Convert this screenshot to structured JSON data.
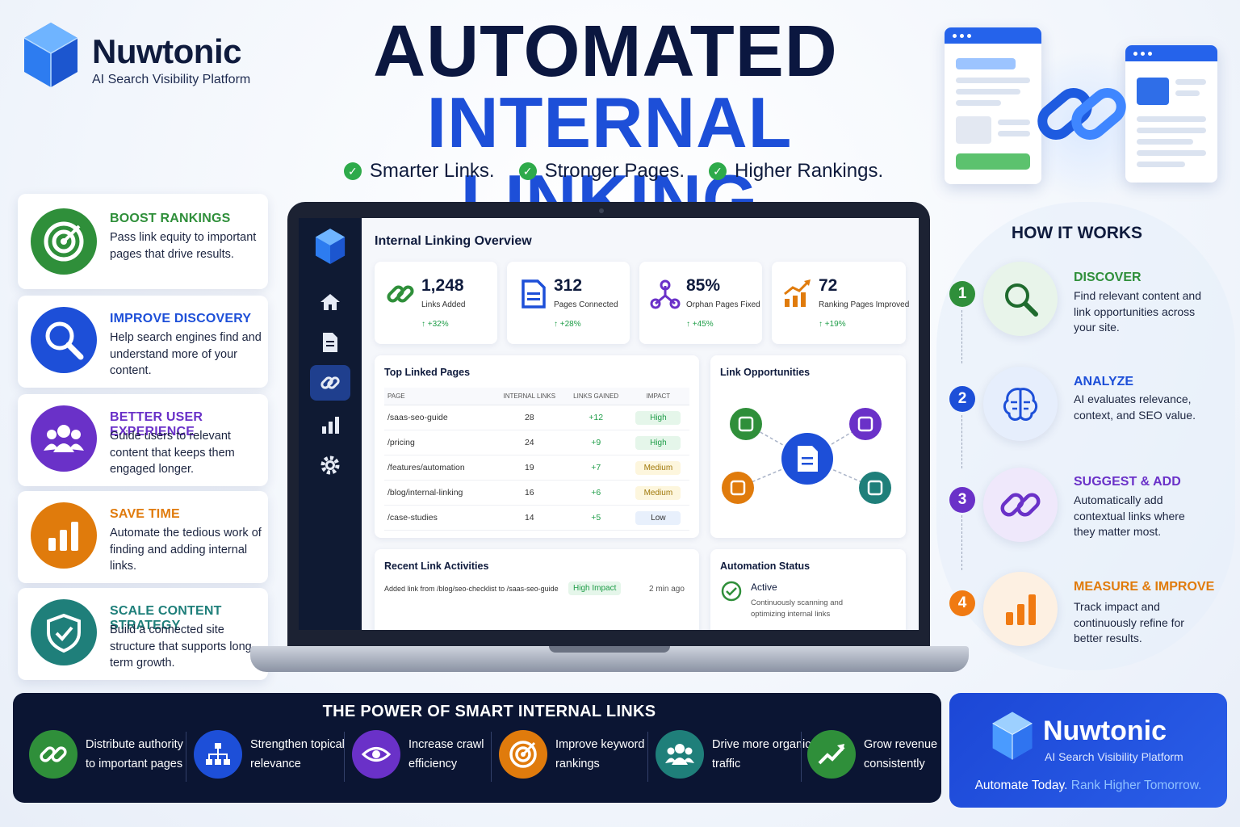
{
  "brand": {
    "name": "Nuwtonic",
    "tagline": "AI Search Visibility Platform"
  },
  "title": {
    "line1": "AUTOMATED",
    "line2": "INTERNAL LINKING"
  },
  "taglines": [
    "Smarter Links.",
    "Stronger Pages.",
    "Higher Rankings."
  ],
  "features": [
    {
      "title": "BOOST RANKINGS",
      "desc": "Pass link equity to important pages that drive results.",
      "color": "#2f8f3a",
      "icon": "target-icon"
    },
    {
      "title": "IMPROVE DISCOVERY",
      "desc": "Help search engines find and understand more of your content.",
      "color": "#1d4fd8",
      "icon": "magnifier-icon"
    },
    {
      "title": "BETTER USER EXPERIENCE",
      "desc": "Guide users to relevant content that keeps them engaged longer.",
      "color": "#6a31c8",
      "icon": "users-icon"
    },
    {
      "title": "SAVE TIME",
      "desc": "Automate the tedious work of finding and adding internal links.",
      "color": "#e07b0c",
      "icon": "bar-chart-icon"
    },
    {
      "title": "SCALE CONTENT STRATEGY",
      "desc": "Build a connected site structure that supports long-term growth.",
      "color": "#1f7f7a",
      "icon": "shield-icon"
    }
  ],
  "dashboard": {
    "title": "Internal Linking Overview",
    "stats": [
      {
        "value": "1,248",
        "label": "Links Added",
        "change": "+32%",
        "icon": "link-icon"
      },
      {
        "value": "312",
        "label": "Pages Connected",
        "change": "+28%",
        "icon": "document-icon"
      },
      {
        "value": "85%",
        "label": "Orphan Pages Fixed",
        "change": "+45%",
        "icon": "network-icon"
      },
      {
        "value": "72",
        "label": "Ranking Pages Improved",
        "change": "+19%",
        "icon": "trend-up-icon"
      }
    ],
    "top_pages": {
      "title": "Top Linked Pages",
      "columns": [
        "PAGE",
        "INTERNAL LINKS",
        "LINKS GAINED",
        "IMPACT"
      ],
      "rows": [
        {
          "page": "/saas-seo-guide",
          "links": "28",
          "gained": "+12",
          "impact": "High"
        },
        {
          "page": "/pricing",
          "links": "24",
          "gained": "+9",
          "impact": "High"
        },
        {
          "page": "/features/automation",
          "links": "19",
          "gained": "+7",
          "impact": "Medium"
        },
        {
          "page": "/blog/internal-linking",
          "links": "16",
          "gained": "+6",
          "impact": "Medium"
        },
        {
          "page": "/case-studies",
          "links": "14",
          "gained": "+5",
          "impact": "Low"
        }
      ]
    },
    "opportunities": {
      "title": "Link Opportunities"
    },
    "recent": {
      "title": "Recent Link Activities",
      "item": "Added link from /blog/seo-checklist to /saas-seo-guide",
      "badge": "High Impact",
      "time": "2 min ago"
    },
    "automation": {
      "title": "Automation Status",
      "status": "Active",
      "desc": "Continuously scanning and optimizing internal links"
    }
  },
  "how": {
    "title": "HOW IT WORKS",
    "steps": [
      {
        "num": "1",
        "title": "DISCOVER",
        "desc": "Find relevant content and link opportunities across your site.",
        "color": "#2f8f3a"
      },
      {
        "num": "2",
        "title": "ANALYZE",
        "desc": "AI evaluates relevance, context, and SEO value.",
        "color": "#1d4fd8"
      },
      {
        "num": "3",
        "title": "SUGGEST & ADD",
        "desc": "Automatically add contextual links where they matter most.",
        "color": "#6a31c8"
      },
      {
        "num": "4",
        "title": "MEASURE & IMPROVE",
        "desc": "Track impact and continuously refine for better results.",
        "color": "#e07b0c"
      }
    ]
  },
  "banner": {
    "title": "THE POWER OF SMART INTERNAL LINKS",
    "items": [
      {
        "line1": "Distribute authority",
        "line2": "to important pages",
        "color": "#2f8f3a"
      },
      {
        "line1": "Strengthen topical",
        "line2": "relevance",
        "color": "#1d4fd8"
      },
      {
        "line1": "Increase crawl",
        "line2": "efficiency",
        "color": "#6a31c8"
      },
      {
        "line1": "Improve keyword",
        "line2": "rankings",
        "color": "#e07b0c"
      },
      {
        "line1": "Drive more organic",
        "line2": "traffic",
        "color": "#1f7f7a"
      },
      {
        "line1": "Grow revenue",
        "line2": "consistently",
        "color": "#2f8f3a"
      }
    ]
  },
  "cta": {
    "name": "Nuwtonic",
    "tagline": "AI Search Visibility Platform",
    "slogan_a": "Automate Today.",
    "slogan_b": "Rank Higher Tomorrow."
  }
}
